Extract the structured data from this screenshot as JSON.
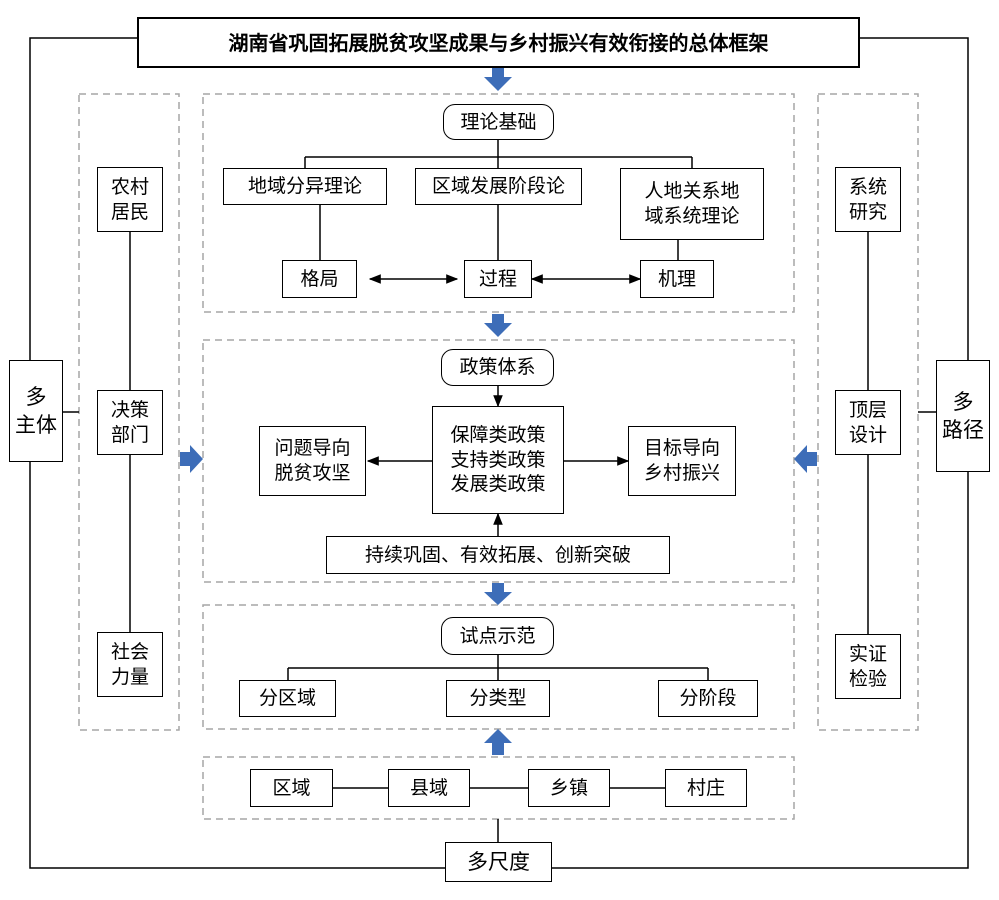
{
  "title": "湖南省巩固拓展脱贫攻坚成果与乡村振兴有效衔接的总体框架",
  "left_axis": {
    "label": "多\n主体",
    "items": [
      "农村\n居民",
      "决策\n部门",
      "社会\n力量"
    ]
  },
  "right_axis": {
    "label": "多\n路径",
    "items": [
      "系统\n研究",
      "顶层\n设计",
      "实证\n检验"
    ]
  },
  "bottom_axis": {
    "label": "多尺度",
    "items": [
      "区域",
      "县域",
      "乡镇",
      "村庄"
    ]
  },
  "theory": {
    "heading": "理论基础",
    "theories": [
      "地域分异理论",
      "区域发展阶段论",
      "人地关系地\n域系统理论"
    ],
    "concepts": [
      "格局",
      "过程",
      "机理"
    ]
  },
  "policy": {
    "heading": "政策体系",
    "left": "问题导向\n脱贫攻坚",
    "center": "保障类政策\n支持类政策\n发展类政策",
    "right": "目标导向\n乡村振兴",
    "bottom": "持续巩固、有效拓展、创新突破"
  },
  "pilot": {
    "heading": "试点示范",
    "items": [
      "分区域",
      "分类型",
      "分阶段"
    ]
  },
  "colors": {
    "arrow": "#3d6db8",
    "dashed": "#a6a6a6",
    "line": "#000000"
  }
}
